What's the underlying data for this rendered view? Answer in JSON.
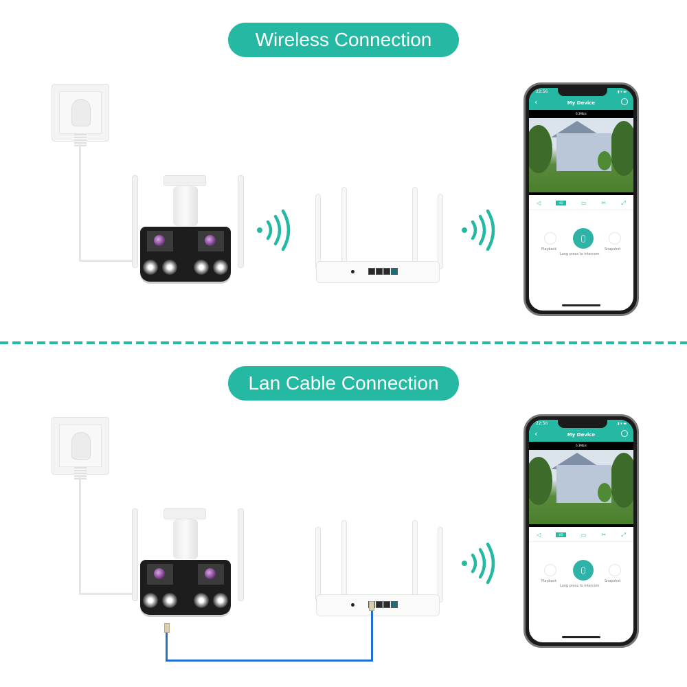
{
  "sections": {
    "wireless": {
      "title": "Wireless Connection"
    },
    "lan": {
      "title": "Lan Cable Connection"
    }
  },
  "phone_app": {
    "status_time": "22:56",
    "status_icons": "▮ ▾ ▬",
    "back_icon": "‹",
    "title": "My Device",
    "speed": "6.3Mb/s",
    "controls": [
      "◁",
      "HD",
      "▭",
      "✂",
      "⤢"
    ],
    "playback_label": "Playback",
    "snapshot_label": "Snapshot",
    "intercom_hint": "Long press to intercom"
  },
  "colors": {
    "accent": "#25b9a4",
    "cable": "#1d6fd1"
  },
  "icons": {
    "wifi_signal": "wifi-waves-icon",
    "power_socket": "power-socket-icon",
    "camera": "dual-lens-camera-icon",
    "router": "router-icon",
    "phone": "smartphone-icon"
  }
}
